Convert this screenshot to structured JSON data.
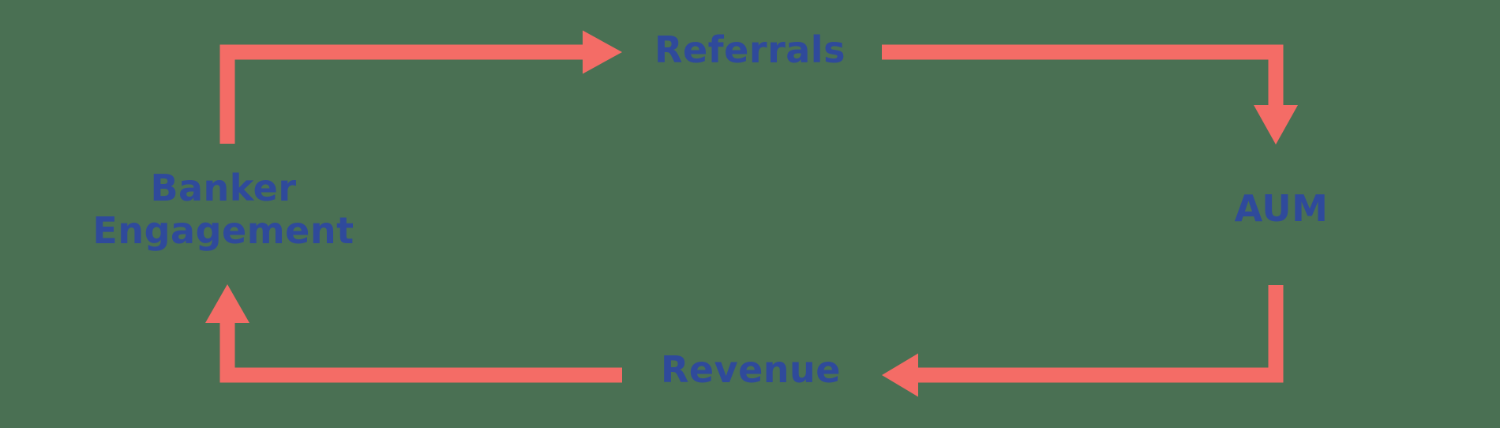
{
  "diagram": {
    "type": "cycle-flow",
    "description": "Flywheel cycle connecting four stages with arrows",
    "nodes": [
      {
        "id": "referrals",
        "label": "Referrals"
      },
      {
        "id": "aum",
        "label": "AUM"
      },
      {
        "id": "revenue",
        "label": "Revenue"
      },
      {
        "id": "banker_engagement",
        "label": "Banker\nEngagement"
      }
    ],
    "edges": [
      {
        "from": "banker_engagement",
        "to": "referrals",
        "direction": "up-then-right"
      },
      {
        "from": "referrals",
        "to": "aum",
        "direction": "right-then-down"
      },
      {
        "from": "aum",
        "to": "revenue",
        "direction": "down-then-left"
      },
      {
        "from": "revenue",
        "to": "banker_engagement",
        "direction": "left-then-up"
      }
    ]
  },
  "colors": {
    "background": "#4A7053",
    "arrow": "#F46C66",
    "label_text": "#2F4A9B"
  }
}
